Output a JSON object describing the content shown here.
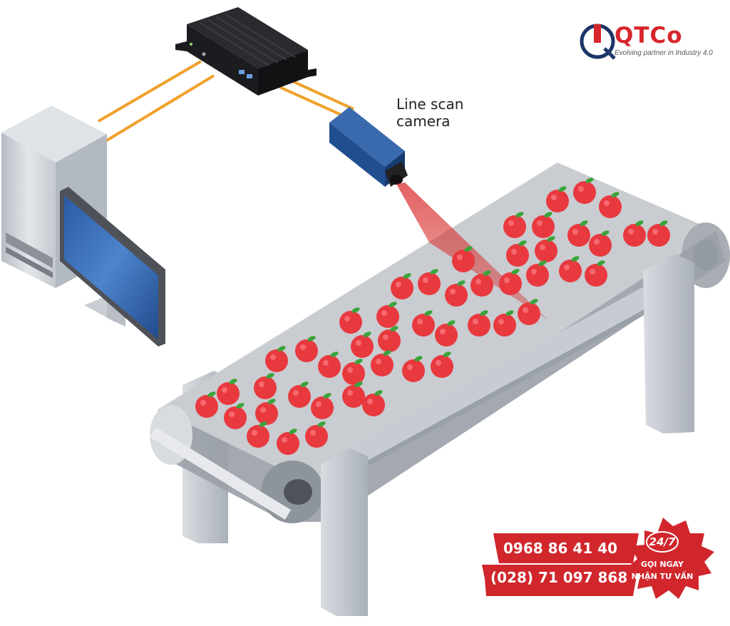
{
  "brand": {
    "logo_text": "QTCo",
    "tagline": "Evolving partner in Industry 4.0",
    "brand_color": "#d7262c",
    "accent_navy": "#1d3567"
  },
  "labels": {
    "camera": "Line scan\ncamera"
  },
  "contact": {
    "phone_1": "0968 86 41 40",
    "phone_2": "(028) 71 097 868",
    "badge_24_7": "24/7",
    "badge_line_1": "GỌI NGAY",
    "badge_line_2": "NHẬN TƯ VẤN",
    "banner_color": "#d0262c"
  },
  "colors": {
    "cable": "#f0a12c",
    "apple": "#e8393f",
    "leaf": "#3aa43a",
    "belt": "#c9ccd0",
    "laser": "#d92c2c",
    "camera_body": "#1f4f8f",
    "monitor_screen": "#2f69b8"
  },
  "icons": [
    "logo-q-icon",
    "industrial-pc-icon",
    "line-scan-camera-icon",
    "desktop-tower-icon",
    "monitor-icon",
    "conveyor-belt-icon",
    "apple-icon"
  ]
}
